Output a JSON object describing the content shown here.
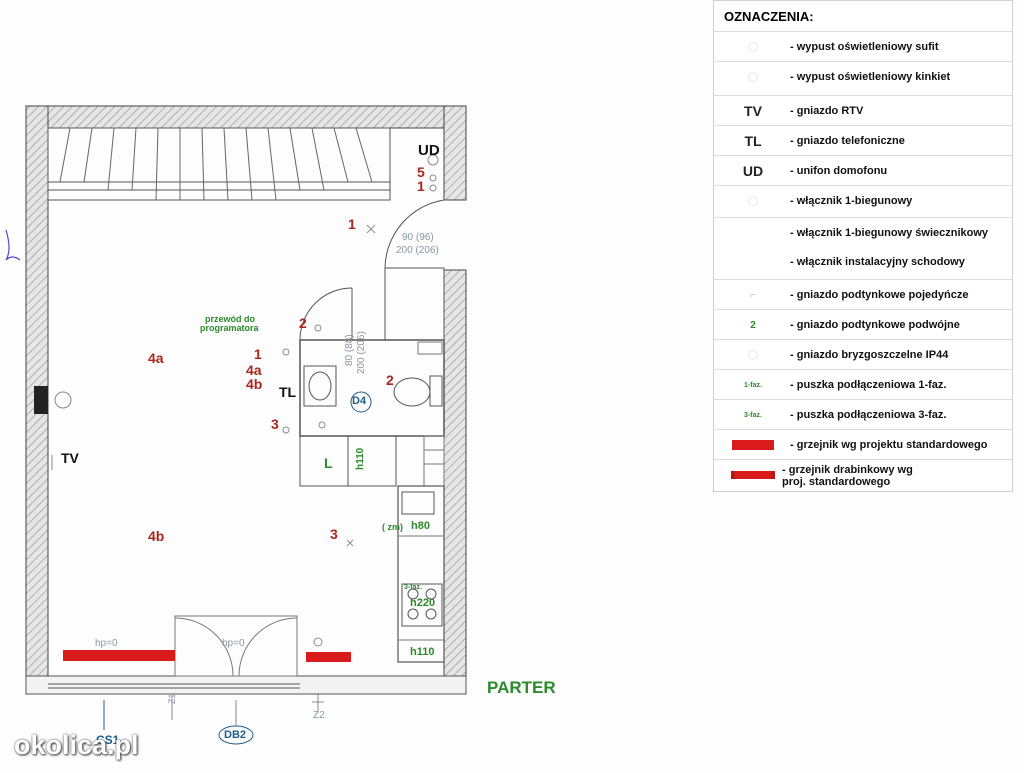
{
  "legend": {
    "title": "OZNACZENIA:",
    "items": [
      {
        "symbol": "",
        "text": "- wypust oświetleniowy sufit"
      },
      {
        "symbol": "",
        "text": "- wypust oświetleniowy kinkiet"
      },
      {
        "symbol": "TV",
        "text": "- gniazdo RTV"
      },
      {
        "symbol": "TL",
        "text": "- gniazdo telefoniczne"
      },
      {
        "symbol": "UD",
        "text": "- unifon domofonu"
      },
      {
        "symbol": "",
        "text": "- włącznik 1-biegunowy"
      },
      {
        "symbol": "",
        "text": "- włącznik 1-biegunowy świecznikowy"
      },
      {
        "symbol": "",
        "text": "- włącznik instalacyjny schodowy"
      },
      {
        "symbol": "",
        "text": "- gniazdo podtynkowe pojedyńcze"
      },
      {
        "symbol": "2",
        "text": "- gniazdo podtynkowe podwójne"
      },
      {
        "symbol": "",
        "text": "- gniazdo bryzgoszczelne IP44"
      },
      {
        "symbol": "1-faz.",
        "text": "- puszka podłączeniowa 1-faz."
      },
      {
        "symbol": "3-faz.",
        "text": "- puszka podłączeniowa 3-faz."
      },
      {
        "symbol": "",
        "text": "- grzejnik wg projektu  standardowego"
      },
      {
        "symbol": "",
        "text": "- grzejnik drabinkowy wg",
        "text2": "proj. standardowego"
      }
    ]
  },
  "plan": {
    "floor_label": "PARTER",
    "program_note_1": "przewód do",
    "program_note_2": "programatora",
    "ud": "UD",
    "tv": "TV",
    "tl": "TL",
    "l_box": "L",
    "h110_a": "h110",
    "h110_b": "h110",
    "h80": "h80",
    "zm": "( zm)",
    "h220": "h220",
    "faz3": "3-faz.",
    "hp1": "hp=0",
    "hp2": "hp=0",
    "d4": "D4",
    "db2": "DB2",
    "cs1": "CS1",
    "z1": "Z1",
    "z2": "Z2",
    "door1_1": "90 (96)",
    "door1_2": "200 (206)",
    "door2_1": "80 (88)",
    "door2_2": "200 (206)",
    "circuits": {
      "n4a": "4a",
      "n4b": "4b",
      "n1_top": "1",
      "n5": "5",
      "n1_ud": "1",
      "n2_left": "2",
      "n1_sw": "1",
      "n4a_sw": "4a",
      "n4b_sw": "4b",
      "n3_sw": "3",
      "n2_bath": "2",
      "n3_mid": "3"
    }
  },
  "watermark": "okolica.pl"
}
